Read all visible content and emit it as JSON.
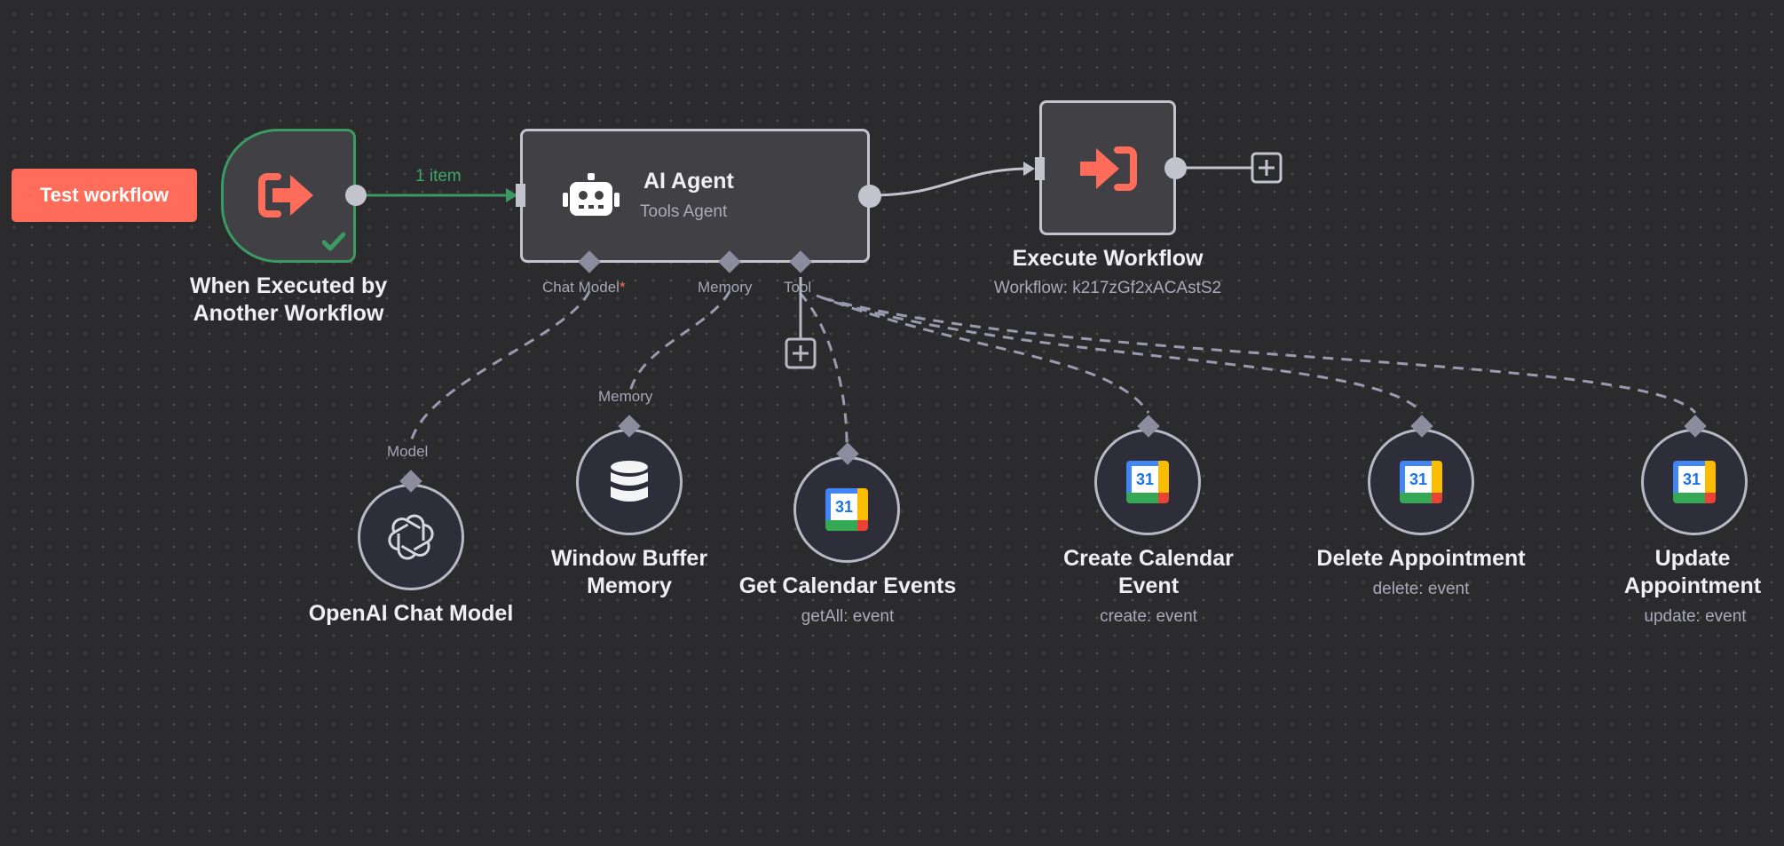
{
  "toolbar": {
    "test_workflow_label": "Test workflow"
  },
  "nodes": {
    "trigger": {
      "title_line1": "When Executed by",
      "title_line2": "Another Workflow",
      "status": "success",
      "icon": "sign-out-arrow-icon"
    },
    "agent": {
      "title": "AI Agent",
      "subtitle": "Tools Agent",
      "icon": "robot-icon"
    },
    "execute": {
      "title": "Execute Workflow",
      "subtitle": "Workflow: k217zGf2xACAstS2",
      "icon": "sign-in-arrow-icon"
    },
    "openai": {
      "title": "OpenAI Chat Model",
      "port_label": "Model",
      "icon": "openai-icon"
    },
    "memory": {
      "title_line1": "Window Buffer",
      "title_line2": "Memory",
      "port_label": "Memory",
      "icon": "database-icon"
    },
    "get_events": {
      "title": "Get Calendar Events",
      "subtitle": "getAll: event",
      "icon": "google-calendar-icon"
    },
    "create_event": {
      "title_line1": "Create Calendar",
      "title_line2": "Event",
      "subtitle": "create: event",
      "icon": "google-calendar-icon"
    },
    "delete_appt": {
      "title": "Delete Appointment",
      "subtitle": "delete: event",
      "icon": "google-calendar-icon"
    },
    "update_appt": {
      "title_line1": "Update",
      "title_line2": "Appointment",
      "subtitle": "update: event",
      "icon": "google-calendar-icon"
    }
  },
  "connections": {
    "trigger_to_agent_label": "1 item"
  },
  "agent_ports": {
    "chat_model": "Chat Model",
    "chat_model_required": "*",
    "memory": "Memory",
    "tool": "Tool"
  },
  "calendar_icon_text": "31",
  "colors": {
    "accent": "#ff6d5a",
    "success": "#3b9a63",
    "canvas": "#2b2b2d",
    "node": "#414145"
  }
}
